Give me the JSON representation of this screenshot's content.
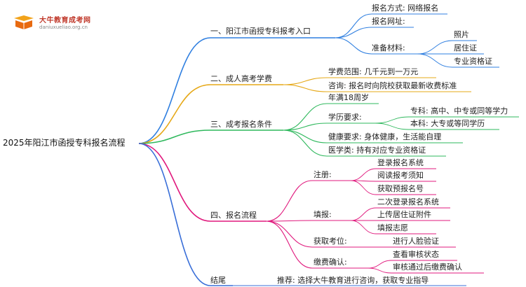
{
  "brand": {
    "name": "大牛教育成考网",
    "url": "daniuxueliao.org.cn"
  },
  "root": "2025年阳江市函授专科报名流程",
  "colors": {
    "s1": "#2f7fe0",
    "s2": "#e6a817",
    "s3": "#2eb85c",
    "s4": "#e0197d",
    "s5": "#3a6fd8"
  },
  "sections": [
    {
      "label": "一、阳江市函授专科报考入口",
      "children": [
        {
          "label": "报名方式: 网络报名"
        },
        {
          "label": "报名网址:"
        },
        {
          "label": "准备材料:",
          "children": [
            "照片",
            "居住证",
            "专业资格证"
          ]
        }
      ]
    },
    {
      "label": "二、成人高考学费",
      "children": [
        {
          "label": "学费范围: 几千元到一万元"
        },
        {
          "label": "咨询: 报名时向院校获取最新收费标准"
        }
      ]
    },
    {
      "label": "三、成考报名条件",
      "children": [
        {
          "label": "年满18周岁"
        },
        {
          "label": "学历要求:",
          "children": [
            "专科: 高中、中专或同等学力",
            "本科: 大专或等同学历"
          ]
        },
        {
          "label": "健康要求: 身体健康，生活能自理"
        },
        {
          "label": "医学类: 持有对应专业资格证"
        }
      ]
    },
    {
      "label": "四、报名流程",
      "children": [
        {
          "label": "注册:",
          "children": [
            "登录报名系统",
            "阅读报考须知",
            "获取预报名号"
          ]
        },
        {
          "label": "填报:",
          "children": [
            "二次登录报名系统",
            "上传居住证附件",
            "填报志愿"
          ]
        },
        {
          "label": "获取考位:",
          "children": [
            "进行人脸验证"
          ]
        },
        {
          "label": "缴费确认:",
          "children": [
            "查看审核状态",
            "审核通过后缴费确认"
          ]
        }
      ]
    },
    {
      "label": "结尾",
      "children": [
        {
          "label": "推荐: 选择大牛教育进行咨询，获取专业指导"
        }
      ]
    }
  ]
}
